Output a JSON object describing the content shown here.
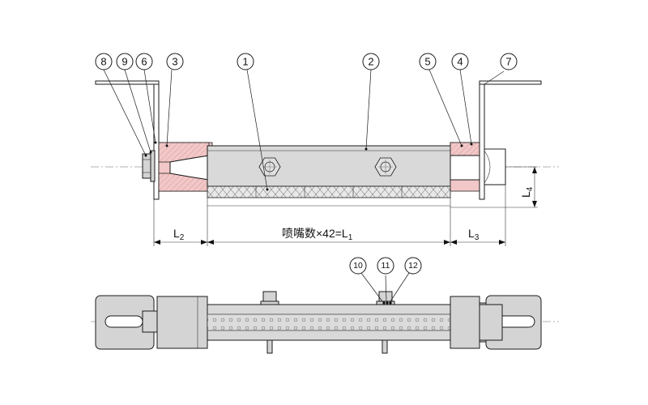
{
  "callouts": {
    "c1": "1",
    "c2": "2",
    "c3": "3",
    "c4": "4",
    "c5": "5",
    "c6": "6",
    "c7": "7",
    "c8": "8",
    "c9": "9",
    "c10": "10",
    "c11": "11",
    "c12": "12"
  },
  "dimensions": {
    "l2_main": "L",
    "l2_sub": "2",
    "l1_prefix": "喷嘴数×42=L",
    "l1_sub": "1",
    "l3_main": "L",
    "l3_sub": "3",
    "l4_main": "L",
    "l4_sub": "4"
  }
}
